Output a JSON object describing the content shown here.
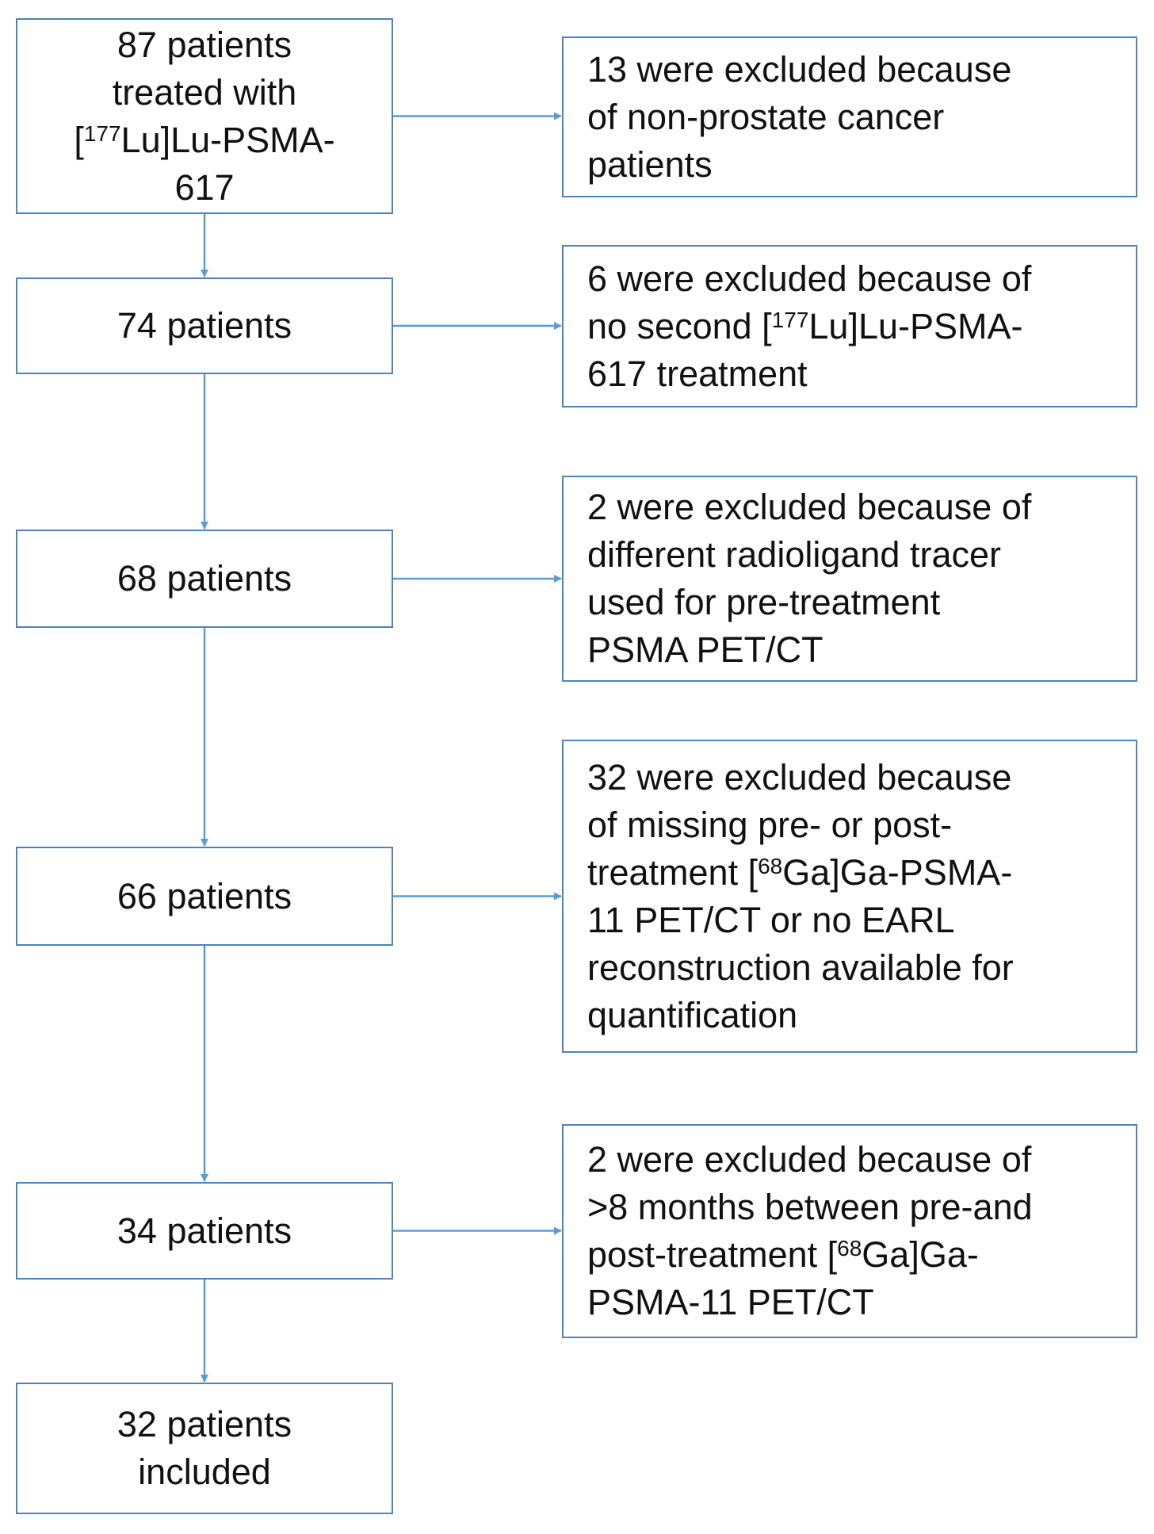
{
  "diagram": {
    "main_steps": [
      {
        "lines": [
          [
            "87 patients"
          ],
          [
            "treated with"
          ],
          [
            "[",
            {
              "sup": "177"
            },
            "Lu]Lu-PSMA-"
          ],
          [
            "617"
          ]
        ]
      },
      {
        "lines": [
          [
            "74 patients"
          ]
        ]
      },
      {
        "lines": [
          [
            "68 patients"
          ]
        ]
      },
      {
        "lines": [
          [
            "66 patients"
          ]
        ]
      },
      {
        "lines": [
          [
            "34 patients"
          ]
        ]
      },
      {
        "lines": [
          [
            "32 patients"
          ],
          [
            "included"
          ]
        ]
      }
    ],
    "exclusions": [
      {
        "lines": [
          [
            "13 were excluded because"
          ],
          [
            "of non-prostate cancer"
          ],
          [
            "patients"
          ]
        ]
      },
      {
        "lines": [
          [
            "6 were excluded because of"
          ],
          [
            "no second [",
            {
              "sup": "177"
            },
            "Lu]Lu-PSMA-"
          ],
          [
            "617 treatment"
          ]
        ]
      },
      {
        "lines": [
          [
            "2 were excluded because of"
          ],
          [
            "different radioligand tracer"
          ],
          [
            "used for pre-treatment"
          ],
          [
            "PSMA PET/CT"
          ]
        ]
      },
      {
        "lines": [
          [
            "32 were excluded because"
          ],
          [
            "of missing pre- or post-"
          ],
          [
            "treatment [",
            {
              "sup": "68"
            },
            "Ga]Ga-PSMA-"
          ],
          [
            "11 PET/CT or no EARL"
          ],
          [
            "reconstruction available for"
          ],
          [
            "quantification"
          ]
        ]
      },
      {
        "lines": [
          [
            "2 were excluded because of"
          ],
          [
            ">8 months between pre-and"
          ],
          [
            "post-treatment [",
            {
              "sup": "68"
            },
            "Ga]Ga-"
          ],
          [
            "PSMA-11 PET/CT"
          ]
        ]
      }
    ],
    "colors": {
      "line": "#5b9bd5",
      "border": "#4f81bd"
    }
  }
}
